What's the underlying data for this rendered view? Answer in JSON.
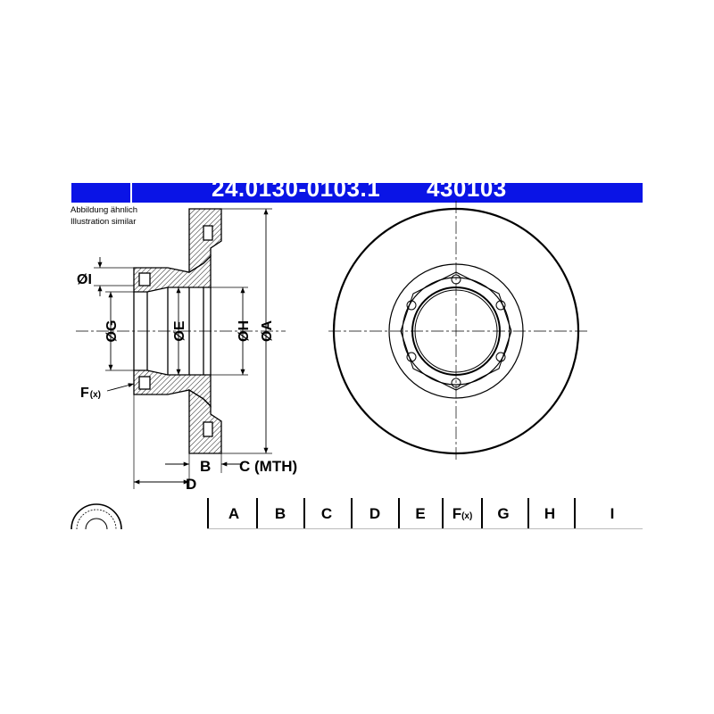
{
  "header": {
    "part_number": "24.0130-0103.1",
    "reference": "430103",
    "bar_color": "#0a14e6"
  },
  "notes": {
    "de": "Abbildung ähnlich",
    "en": "Illustration similar"
  },
  "dimension_labels": {
    "I": "ØI",
    "G": "ØG",
    "E": "ØE",
    "H": "ØH",
    "A": "ØA",
    "F": "F",
    "F_sub": "(x)",
    "B": "B",
    "C": "C (MTH)",
    "D": "D"
  },
  "table": {
    "columns": [
      "A",
      "B",
      "C",
      "D",
      "E",
      "F",
      "G",
      "H",
      "I"
    ],
    "f_suffix": "(x)"
  }
}
